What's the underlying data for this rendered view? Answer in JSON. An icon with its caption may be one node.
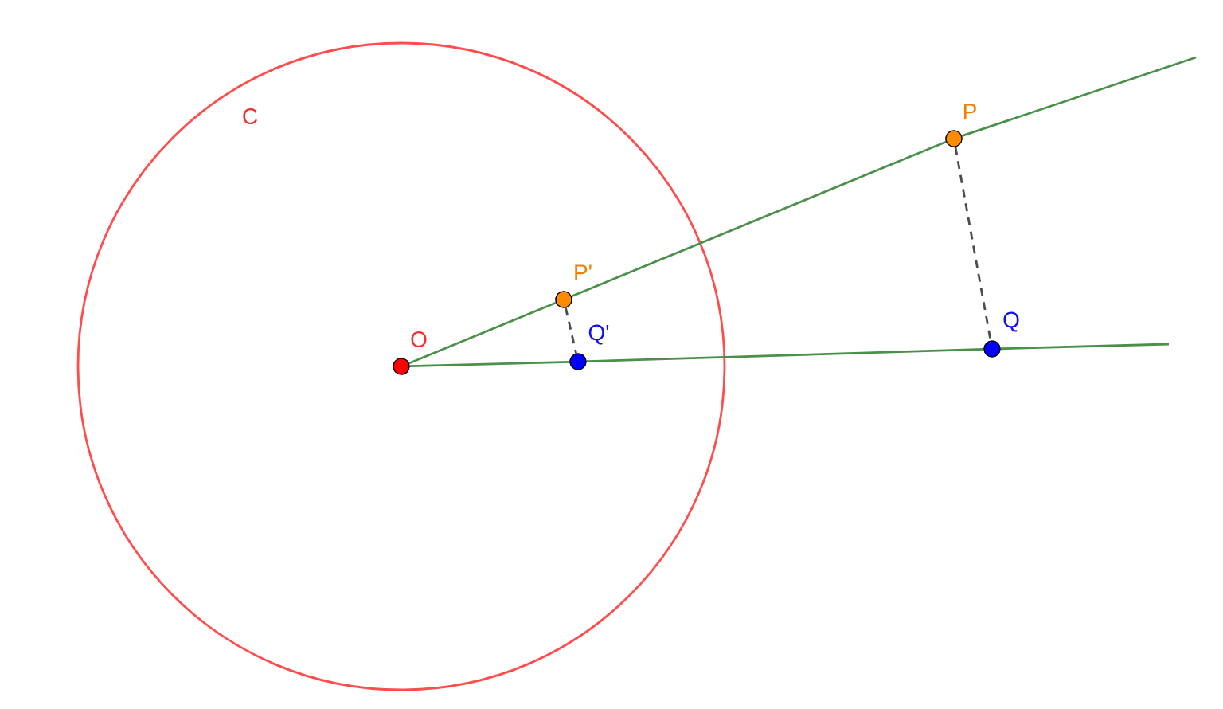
{
  "diagram": {
    "nodes": [
      {
        "text": [
          "C"
        ]
      },
      {
        "text": [],
        "shape": "circle",
        "beside": [
          "O"
        ],
        "in": 0
      },
      {
        "text": [],
        "shape": "circle",
        "beside": [
          "P'"
        ],
        "in": 0
      },
      {
        "text": [],
        "shape": "circle",
        "beside": [
          "Q'"
        ],
        "in": 0
      },
      {
        "text": [],
        "shape": "circle",
        "beside": [
          "P"
        ]
      },
      {
        "text": [],
        "shape": "circle",
        "beside": [
          "Q"
        ]
      }
    ],
    "edges": [
      {
        "from": 1,
        "to": 2,
        "arrow": "none"
      },
      {
        "from": 2,
        "to": 4,
        "arrow": "none"
      },
      {
        "from": 4,
        "to": null,
        "arrow": "none"
      },
      {
        "from": 1,
        "to": 3,
        "arrow": "none"
      },
      {
        "from": 3,
        "to": 5,
        "arrow": "none"
      },
      {
        "from": 5,
        "to": null,
        "arrow": "none"
      },
      {
        "from": 2,
        "to": 3,
        "arrow": "none",
        "style": "dashed",
        "color": "#4d4d4d"
      },
      {
        "from": 4,
        "to": 5,
        "arrow": "none",
        "style": "dashed",
        "color": "#4d4d4d"
      }
    ]
  }
}
